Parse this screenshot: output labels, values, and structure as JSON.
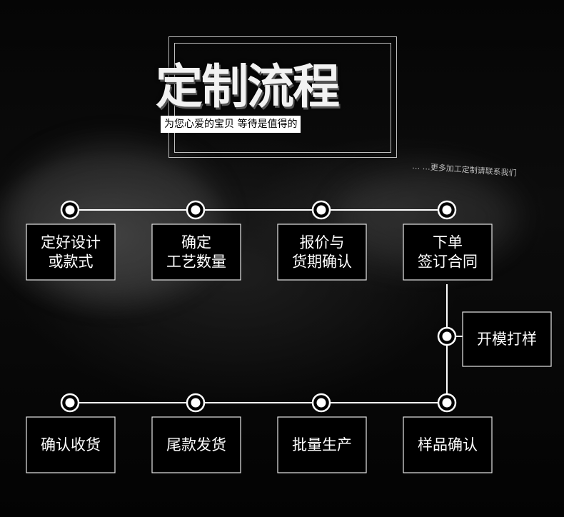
{
  "title": "定制流程",
  "subtitle": "为您心爱的宝贝 等待是值得的",
  "more_note": "… …更多加工定制请联系我们",
  "steps": [
    {
      "lines": [
        "定好设计",
        "或款式"
      ]
    },
    {
      "lines": [
        "确定",
        "工艺数量"
      ]
    },
    {
      "lines": [
        "报价与",
        "货期确认"
      ]
    },
    {
      "lines": [
        "下单",
        "签订合同"
      ]
    },
    {
      "lines": [
        "开模打样"
      ]
    },
    {
      "lines": [
        "样品确认"
      ]
    },
    {
      "lines": [
        "批量生产"
      ]
    },
    {
      "lines": [
        "尾款发货"
      ]
    },
    {
      "lines": [
        "确认收货"
      ]
    }
  ],
  "colors": {
    "line": "#ffffff",
    "box_fill": "#000000",
    "box_border": "#e6e6e6",
    "text": "#ffffff"
  }
}
